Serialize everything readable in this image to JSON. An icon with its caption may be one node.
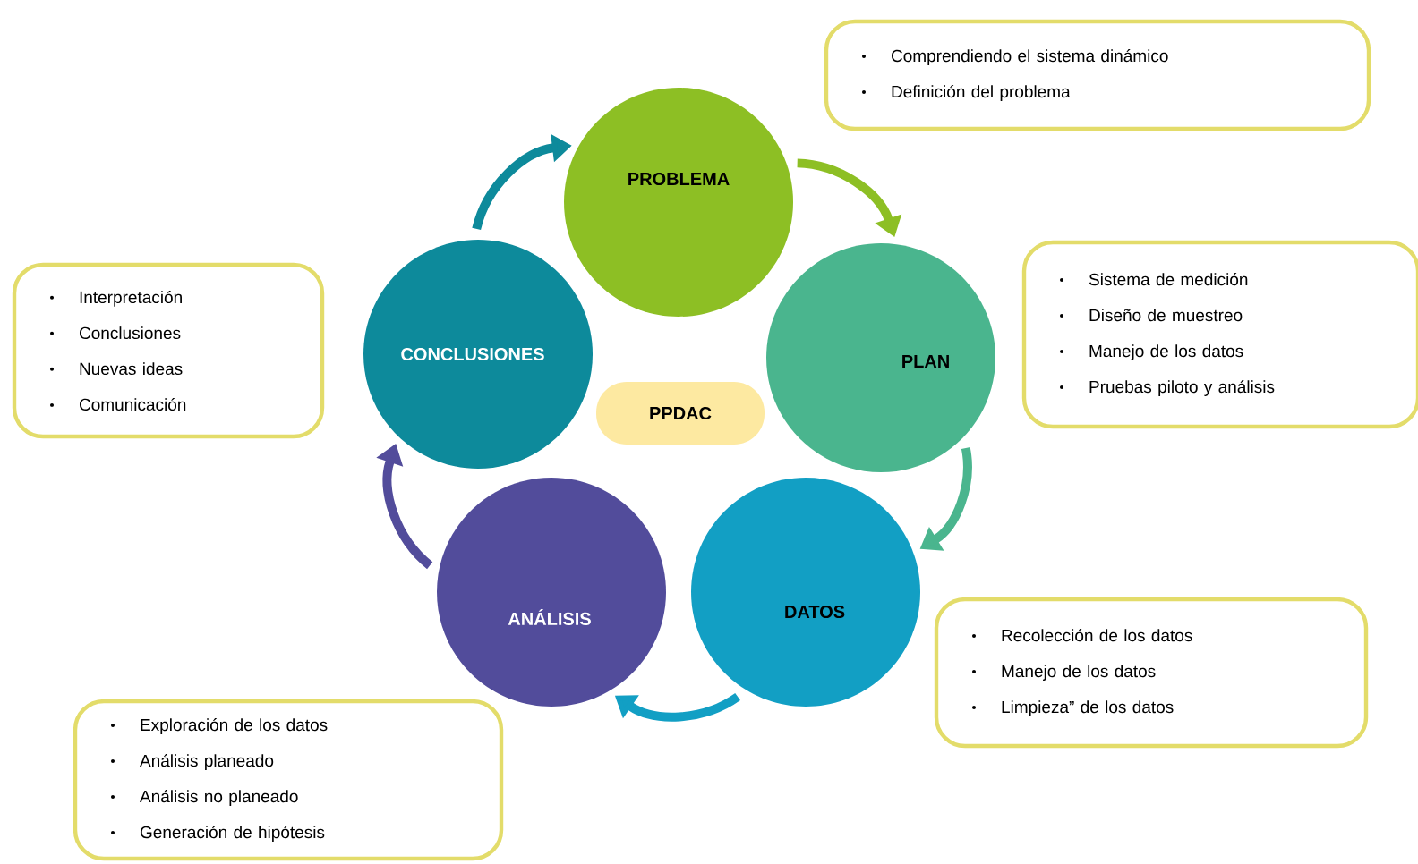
{
  "diagram": {
    "nodes": [
      {
        "text": [
          "PROBLEMA"
        ]
      },
      {
        "text": [
          "PLAN"
        ]
      },
      {
        "text": [
          "DATOS"
        ]
      },
      {
        "text": [
          "ANÁLISIS"
        ]
      },
      {
        "text": [
          "CONCLUSIONES"
        ]
      },
      {
        "text": [
          "PPDAC"
        ]
      },
      {
        "text": [
          "Comprendiendo el sistema dinámico",
          "Definición del problema"
        ]
      },
      {
        "text": [
          "Sistema de medición",
          "Diseño de muestreo",
          "Manejo de los datos",
          "Pruebas piloto y análisis"
        ]
      },
      {
        "text": [
          "Recolección de los datos",
          "Manejo de los datos",
          "Limpieza” de los datos"
        ]
      },
      {
        "text": [
          "Exploración de los datos",
          "Análisis planeado",
          "Análisis no planeado",
          "Generación de hipótesis"
        ]
      },
      {
        "text": [
          "Interpretación",
          "Conclusiones",
          "Nuevas ideas",
          "Comunicación"
        ]
      }
    ],
    "edges": [
      {
        "from": 0,
        "to": 1,
        "arrow": "to",
        "color": "#8dbf24"
      },
      {
        "from": 1,
        "to": 2,
        "arrow": "to",
        "color": "#4ab58e"
      },
      {
        "from": 2,
        "to": 3,
        "arrow": "to",
        "color": "#129fc4"
      },
      {
        "from": 3,
        "to": 4,
        "arrow": "to",
        "color": "#524c9b"
      },
      {
        "from": 4,
        "to": 0,
        "arrow": "to",
        "color": "#0d8a9b"
      }
    ]
  }
}
